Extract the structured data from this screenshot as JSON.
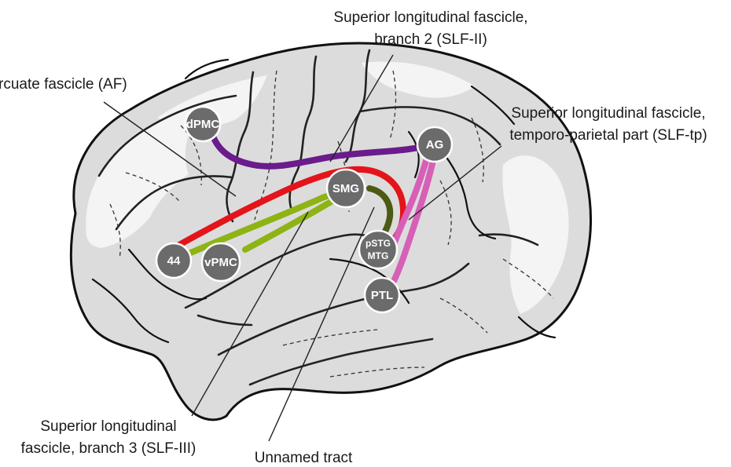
{
  "callouts": {
    "af": "rcuate fascicle (AF)",
    "slf2_line1": "Superior longitudinal fascicle,",
    "slf2_line2": "branch 2 (SLF-II)",
    "slftp_line1": "Superior longitudinal fascicle,",
    "slftp_line2": "temporo-parietal part (SLF-tp)",
    "slf3_line1": "Superior longitudinal",
    "slf3_line2": "fascicle, branch 3 (SLF-III)",
    "unnamed": "Unnamed tract"
  },
  "nodes": {
    "dpmc": "dPMC",
    "ag": "AG",
    "smg": "SMG",
    "n44": "44",
    "vpmc": "vPMC",
    "pstg_line1": "pSTG",
    "pstg_line2": "MTG",
    "ptl": "PTL"
  },
  "colors": {
    "af_tract": "#e4141b",
    "slf2_tract": "#6a1b8c",
    "slf3_tract": "#8db414",
    "slftp_tract": "#d75fb7",
    "unnamed_tract": "#4d5a14",
    "node_fill": "#6b6b6b",
    "brain_fill": "#dcdcdc",
    "brain_light": "#f4f4f4"
  }
}
